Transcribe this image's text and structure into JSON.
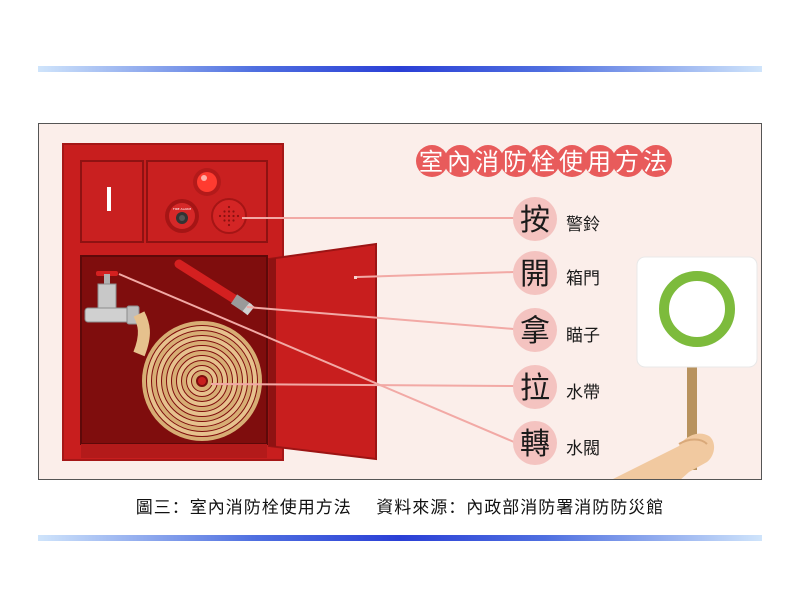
{
  "title": "室內消防栓使用方法",
  "steps": [
    {
      "verb": "按",
      "label": "警鈴"
    },
    {
      "verb": "開",
      "label": "箱門"
    },
    {
      "verb": "拿",
      "label": "瞄子"
    },
    {
      "verb": "拉",
      "label": "水帶"
    },
    {
      "verb": "轉",
      "label": "水閥"
    }
  ],
  "alarm_button_text": "FIRE ALARM",
  "caption": "圖三：室內消防栓使用方法　 資料來源：內政部消防署消防防災館",
  "colors": {
    "cabinet_red": "#c81e1e",
    "cabinet_dark": "#9c1414",
    "hose": "#e6c18d",
    "title_bg": "#e85b5b",
    "verb_circle": "#f4c3c0",
    "sign_ring": "#7dbb3c",
    "rule_blue": "#2a3fd6"
  },
  "icons": [
    "fire-alarm-button-icon",
    "alarm-bell-icon",
    "warning-light-icon",
    "valve-icon",
    "hose-reel-icon",
    "nozzle-icon",
    "ok-sign-icon",
    "hand-icon"
  ]
}
